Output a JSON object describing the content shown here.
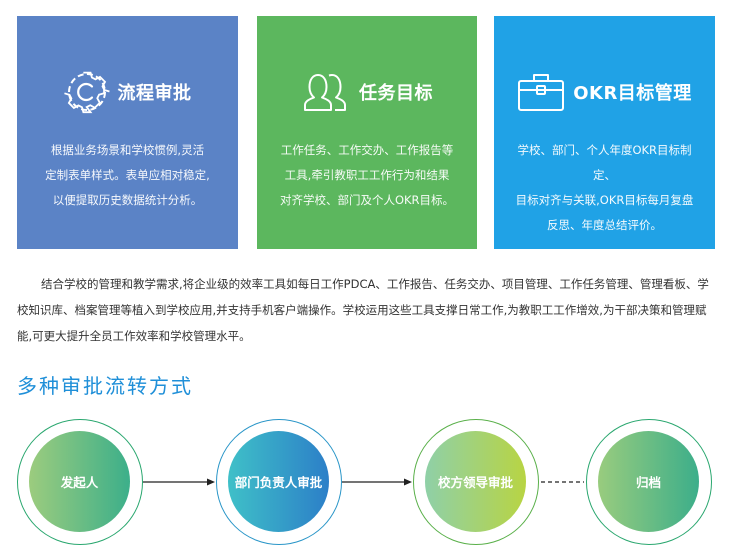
{
  "cards": [
    {
      "icon": "gear-c-icon",
      "title": "流程审批",
      "lines": [
        "根据业务场景和学校惯例,灵活",
        "定制表单样式。表单应相对稳定,",
        "以便提取历史数据统计分析。"
      ]
    },
    {
      "icon": "users-icon",
      "title": "任务目标",
      "lines": [
        "工作任务、工作交办、工作报告等",
        "工具,牵引教职工工作行为和结果",
        "对齐学校、部门及个人OKR目标。"
      ]
    },
    {
      "icon": "briefcase-icon",
      "title": "OKR目标管理",
      "lines": [
        "学校、部门、个人年度OKR目标制定、",
        "目标对齐与关联,OKR目标每月复盘",
        "反思、年度总结评价。"
      ]
    }
  ],
  "intro": "结合学校的管理和教学需求,将企业级的效率工具如每日工作PDCA、工作报告、任务交办、项目管理、工作任务管理、管理看板、学校知识库、档案管理等植入到学校应用,并支持手机客户端操作。学校运用这些工具支撑日常工作,为教职工工作增效,为干部决策和管理赋能,可更大提升全员工作效率和学校管理水平。",
  "section_title": "多种审批流转方式",
  "flow": [
    {
      "label": "发起人"
    },
    {
      "label": "部门负责人审批"
    },
    {
      "label": "校方领导审批"
    },
    {
      "label": "归档"
    }
  ],
  "colors": {
    "card1": "#5b83c6",
    "card2": "#5cb75e",
    "card3": "#20a2e6",
    "accent": "#1f8fd8"
  }
}
